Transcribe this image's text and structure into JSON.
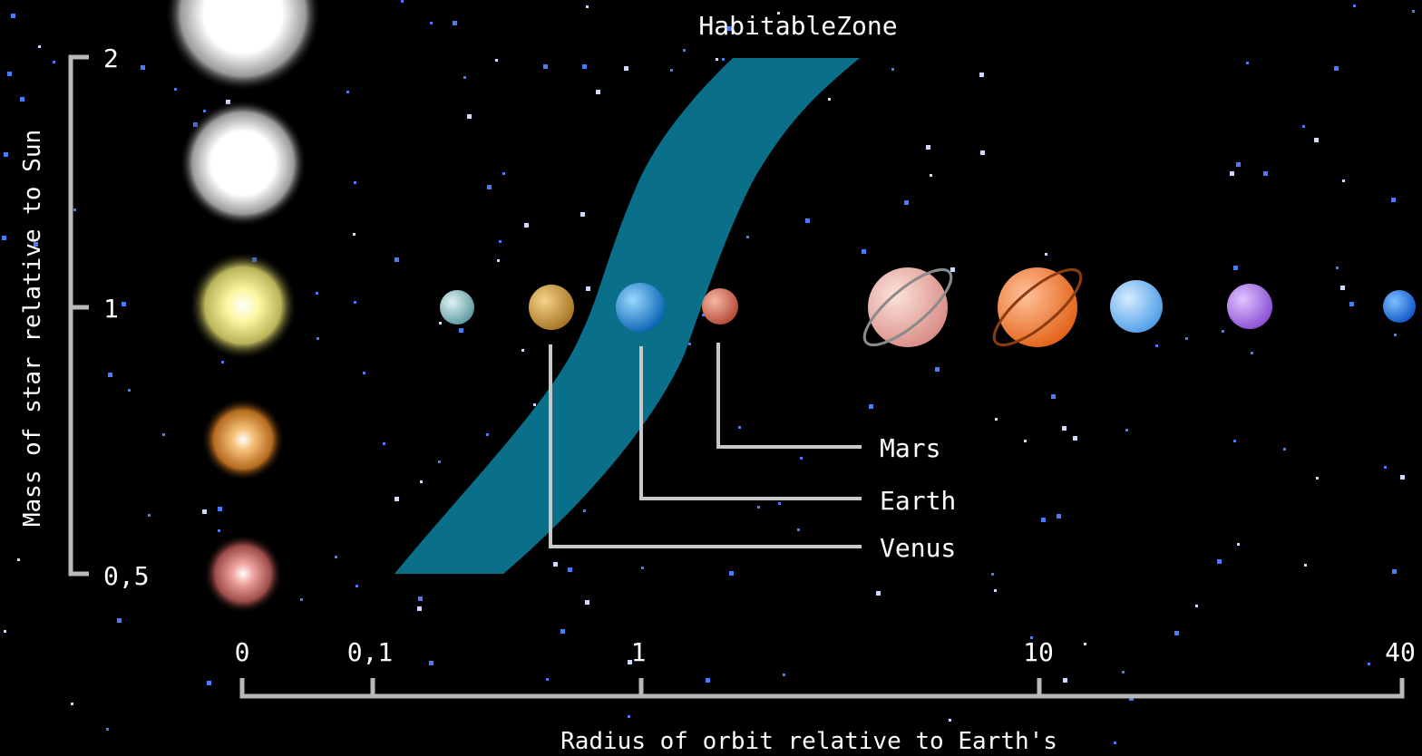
{
  "title": "HabitableZone",
  "y_axis": {
    "label": "Mass of star relative to Sun",
    "ticks": [
      "2",
      "1",
      "0,5"
    ]
  },
  "x_axis": {
    "label": "Radius of orbit relative to Earth's",
    "ticks": [
      "0",
      "0,1",
      "1",
      "10",
      "40"
    ]
  },
  "planet_labels": {
    "mars": "Mars",
    "earth": "Earth",
    "venus": "Venus"
  },
  "colors": {
    "background": "#000000",
    "habitable_zone": "#0a6f88",
    "axis": "#b9b9b9",
    "text": "#ffffff"
  }
}
